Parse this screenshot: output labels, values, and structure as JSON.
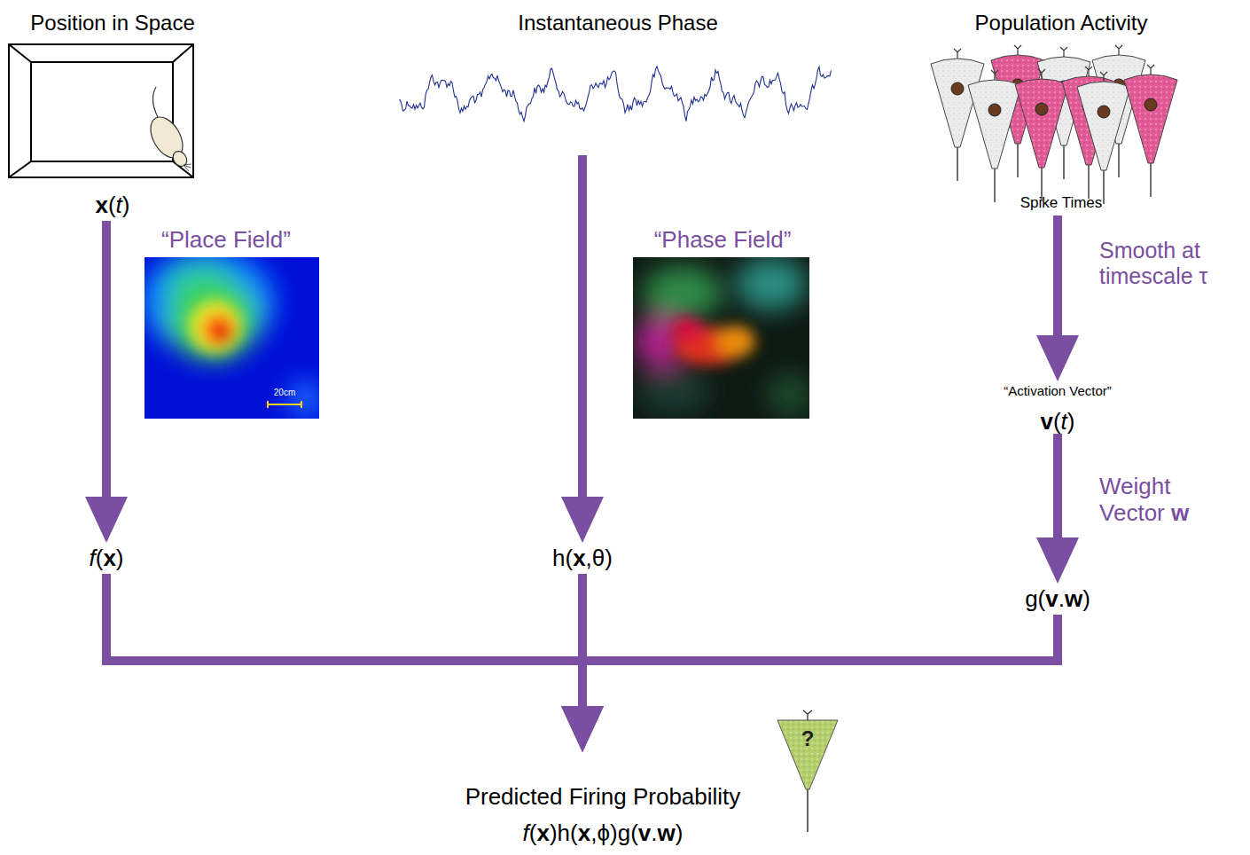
{
  "diagram": {
    "nodes": [
      {
        "text": [
          "Position in Space",
          "x(t)"
        ]
      },
      {
        "text": [
          "Instantaneous Phase"
        ]
      },
      {
        "text": [
          "Population Activity",
          "Spike Times"
        ]
      },
      {
        "text": [
          "f(x)"
        ]
      },
      {
        "text": [
          "h(x,θ)"
        ]
      },
      {
        "text": [
          "“Activation Vector”",
          "v(t)"
        ]
      },
      {
        "text": [
          "g(v.w)"
        ]
      },
      {
        "text": [
          "Predicted Firing Probability",
          "f(x)h(x,ϕ)g(v.w)"
        ]
      },
      {
        "text": [
          "?"
        ]
      }
    ],
    "edges": [
      {
        "from": 0,
        "to": 3,
        "arrow": "to"
      },
      {
        "from": 1,
        "to": 4,
        "arrow": "to"
      },
      {
        "from": 2,
        "to": 5,
        "arrow": "to",
        "label": "Smooth at timescale τ"
      },
      {
        "from": 5,
        "to": 6,
        "arrow": "to",
        "label": "Weight Vector w"
      },
      {
        "from": 3,
        "to": 7,
        "arrow": "to"
      },
      {
        "from": 4,
        "to": 7,
        "arrow": "to"
      },
      {
        "from": 6,
        "to": 7,
        "arrow": "to"
      }
    ],
    "labels": [
      "“Place Field”",
      "20cm",
      "“Phase Field”"
    ]
  }
}
